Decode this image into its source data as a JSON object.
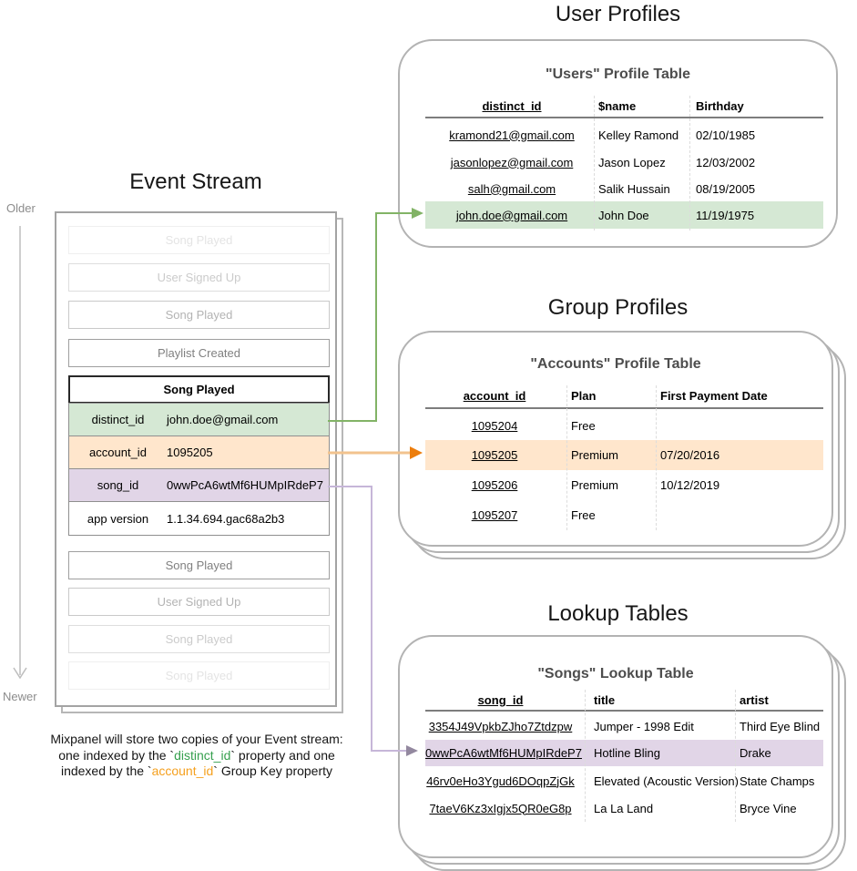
{
  "colors": {
    "distinct_id_fill": "#d5e8d4",
    "distinct_id_stroke": "#82b366",
    "account_id_fill": "#ffe6cc",
    "account_id_stroke": "#ec7d0c",
    "song_id_fill": "#e1d5e7",
    "song_id_stroke": "#c6b6d8",
    "caption_green": "#36a04e",
    "caption_orange": "#f5a01e"
  },
  "event_stream": {
    "title": "Event Stream",
    "older_label": "Older",
    "newer_label": "Newer",
    "items_before": [
      "Song Played",
      "User Signed Up",
      "Song Played",
      "Playlist Created"
    ],
    "expanded_event": {
      "title": "Song Played",
      "properties": [
        {
          "key": "distinct_id",
          "value": "john.doe@gmail.com"
        },
        {
          "key": "account_id",
          "value": "1095205"
        },
        {
          "key": "song_id",
          "value": "0wwPcA6wtMf6HUMpIRdeP7"
        },
        {
          "key": "app version",
          "value": "1.1.34.694.gac68a2b3"
        }
      ]
    },
    "items_after": [
      "Song Played",
      "User Signed Up",
      "Song Played",
      "Song Played"
    ]
  },
  "user_profiles": {
    "section_title": "User Profiles",
    "table_title": "\"Users\" Profile Table",
    "headers": [
      "distinct_id",
      "$name",
      "Birthday"
    ],
    "rows": [
      [
        "kramond21@gmail.com",
        "Kelley Ramond",
        "02/10/1985"
      ],
      [
        "jasonlopez@gmail.com",
        "Jason Lopez",
        "12/03/2002"
      ],
      [
        "salh@gmail.com",
        "Salik Hussain",
        "08/19/2005"
      ],
      [
        "john.doe@gmail.com",
        "John Doe",
        "11/19/1975"
      ]
    ],
    "highlighted_row_index": 3
  },
  "group_profiles": {
    "section_title": "Group Profiles",
    "table_title": "\"Accounts\" Profile Table",
    "headers": [
      "account_id",
      "Plan",
      "First Payment Date"
    ],
    "rows": [
      [
        "1095204",
        "Free",
        ""
      ],
      [
        "1095205",
        "Premium",
        "07/20/2016"
      ],
      [
        "1095206",
        "Premium",
        "10/12/2019"
      ],
      [
        "1095207",
        "Free",
        ""
      ]
    ],
    "highlighted_row_index": 1
  },
  "lookup_tables": {
    "section_title": "Lookup Tables",
    "table_title": "\"Songs\" Lookup Table",
    "headers": [
      "song_id",
      "title",
      "artist"
    ],
    "rows": [
      [
        "3354J49VpkbZJho7Ztdzpw",
        "Jumper - 1998 Edit",
        "Third Eye Blind"
      ],
      [
        "0wwPcA6wtMf6HUMpIRdeP7",
        "Hotline Bling",
        "Drake"
      ],
      [
        "46rv0eHo3Ygud6DOqpZjGk",
        "Elevated (Acoustic Version)",
        "State Champs"
      ],
      [
        "7taeV6Kz3xIgjx5QR0eG8p",
        "La La Land",
        "Bryce Vine"
      ]
    ],
    "highlighted_row_index": 1
  },
  "caption": {
    "line1": "Mixpanel will store two copies of your Event stream:",
    "line2_pre": "one indexed by the `",
    "line2_highlight": "distinct_id",
    "line2_post": "` property and one",
    "line3_pre": "indexed by the `",
    "line3_highlight": "account_id",
    "line3_post": "` Group Key property"
  }
}
